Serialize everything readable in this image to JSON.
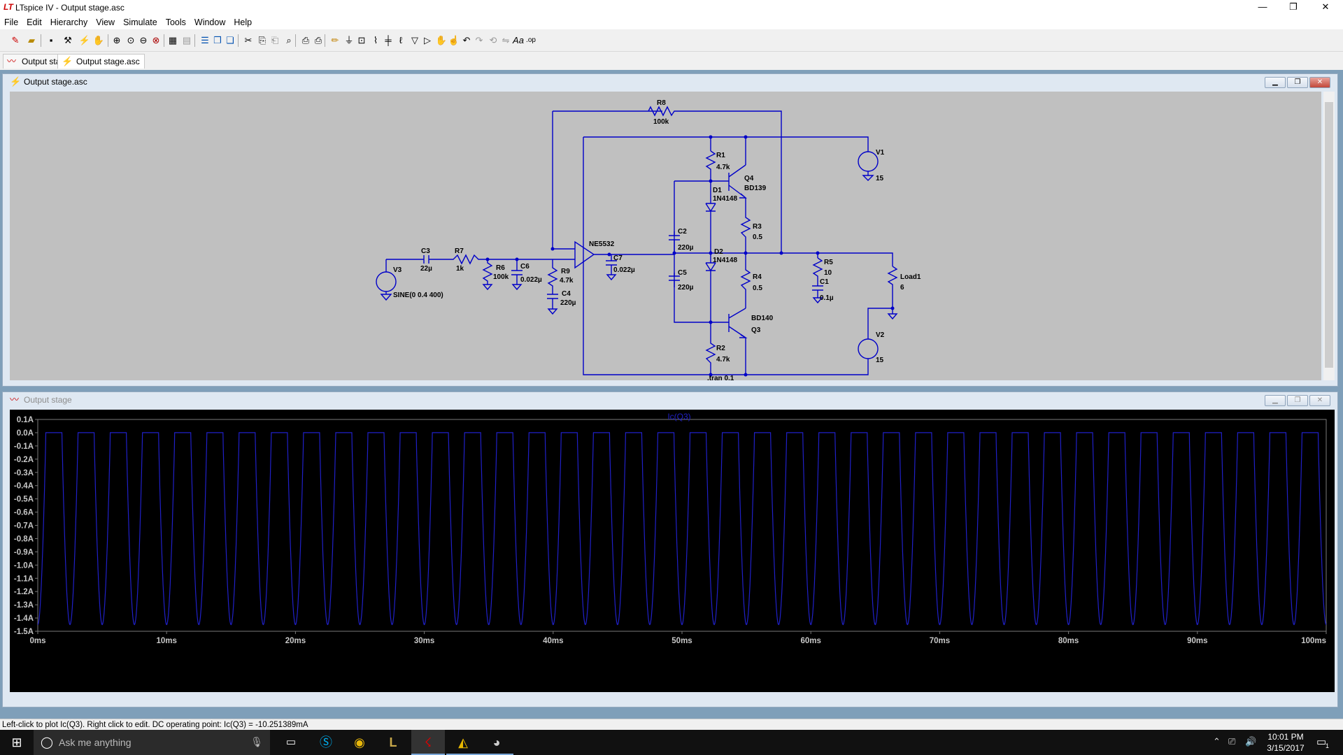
{
  "app": {
    "title": "LTspice IV - Output stage.asc",
    "logo": "LT"
  },
  "window_controls": {
    "minimize": "—",
    "restore": "❐",
    "close": "✕"
  },
  "menu": [
    "File",
    "Edit",
    "Hierarchy",
    "View",
    "Simulate",
    "Tools",
    "Window",
    "Help"
  ],
  "toolbar": {
    "icons": [
      "new-schematic-icon",
      "open-icon",
      "save-icon",
      "control-panel-icon",
      "run-icon",
      "halt-icon",
      "zoom-in-icon",
      "zoom-full-icon",
      "zoom-out-icon",
      "zoom-cancel-icon",
      "autorange-icon",
      "pan-icon",
      "tile-horizontal-icon",
      "tile-vertical-icon",
      "cascade-icon",
      "cut-icon",
      "copy-icon",
      "paste-icon",
      "find-icon",
      "print-preview-icon",
      "print-icon",
      "wire-icon",
      "ground-icon",
      "label-net-icon",
      "resistor-icon",
      "capacitor-icon",
      "inductor-icon",
      "diode-icon",
      "component-icon",
      "move-icon",
      "drag-icon",
      "undo-icon",
      "redo-icon",
      "rotate-icon",
      "mirror-icon",
      "text-icon",
      "spice-directive-icon"
    ],
    "text_label": "Aa",
    "directive_label": ".op"
  },
  "tabs": [
    {
      "label": "Output stage",
      "icon": "waveform-icon"
    },
    {
      "label": "Output stage.asc",
      "icon": "schematic-icon"
    }
  ],
  "schematic_window": {
    "title": "Output stage.asc",
    "components": {
      "R8": {
        "name": "R8",
        "value": "100k"
      },
      "R1": {
        "name": "R1",
        "value": "4.7k"
      },
      "Q4": {
        "name": "Q4",
        "value": "BD139"
      },
      "V1": {
        "name": "V1",
        "value": "15"
      },
      "D1": {
        "name": "D1",
        "value": "1N4148"
      },
      "D2": {
        "name": "D2",
        "value": "1N4148"
      },
      "R3": {
        "name": "R3",
        "value": "0.5"
      },
      "R4": {
        "name": "R4",
        "value": "0.5"
      },
      "C2": {
        "name": "C2",
        "value": "220µ"
      },
      "C5": {
        "name": "C5",
        "value": "220µ"
      },
      "C3": {
        "name": "C3",
        "value": "22µ"
      },
      "R7": {
        "name": "R7",
        "value": "1k"
      },
      "U1": {
        "name": "NE5532"
      },
      "C7": {
        "name": "C7",
        "value": "0.022µ"
      },
      "V3": {
        "name": "V3",
        "value": "SINE(0 0.4 400)"
      },
      "R6": {
        "name": "R6",
        "value": "100k"
      },
      "C6": {
        "name": "C6",
        "value": "0.022µ"
      },
      "R9": {
        "name": "R9",
        "value": "4.7k"
      },
      "C4": {
        "name": "C4",
        "value": "220µ"
      },
      "R5": {
        "name": "R5",
        "value": "10"
      },
      "C1": {
        "name": "C1",
        "value": "0.1µ"
      },
      "Load1": {
        "name": "Load1",
        "value": "6"
      },
      "Q3": {
        "name": "Q3",
        "value": "BD140"
      },
      "R2": {
        "name": "R2",
        "value": "4.7k"
      },
      "V2": {
        "name": "V2",
        "value": "15"
      }
    },
    "directive": ".tran 0.1"
  },
  "plot_window": {
    "title": "Output stage",
    "trace_label": "Ic(Q3)",
    "colors": {
      "background": "#000000",
      "trace": "#2020c8",
      "axis_text": "#c8c8c8",
      "grid": "#7a7a7a"
    },
    "chart_data": {
      "type": "line",
      "title": "Ic(Q3)",
      "xlabel": "",
      "ylabel": "",
      "xlim": [
        0,
        100
      ],
      "ylim": [
        -1.5,
        0.1
      ],
      "x_unit": "ms",
      "y_unit": "A",
      "x_ticks": [
        "0ms",
        "10ms",
        "20ms",
        "30ms",
        "40ms",
        "50ms",
        "60ms",
        "70ms",
        "80ms",
        "90ms",
        "100ms"
      ],
      "y_ticks": [
        "0.1A",
        "0.0A",
        "-0.1A",
        "-0.2A",
        "-0.3A",
        "-0.4A",
        "-0.5A",
        "-0.6A",
        "-0.7A",
        "-0.8A",
        "-0.9A",
        "-1.0A",
        "-1.1A",
        "-1.2A",
        "-1.3A",
        "-1.4A",
        "-1.5A"
      ],
      "series": [
        {
          "name": "Ic(Q3)",
          "waveform": "periodic pulse train of negative half-cycle peaks",
          "frequency_hz": 400,
          "high_level": 0.0,
          "peak_level": -1.45
        }
      ]
    }
  },
  "status": "Left-click to plot Ic(Q3).  Right click to edit.  DC operating point: Ic(Q3) = -10.251389mA",
  "taskbar": {
    "search_placeholder": "Ask me anything",
    "apps": [
      "start-icon",
      "task-view-icon",
      "skype-icon",
      "chrome-icon",
      "league-icon",
      "ltspice-icon",
      "autodesk-icon",
      "steam-icon"
    ],
    "time": "10:01 PM",
    "date": "3/15/2017",
    "notification_count": "1"
  }
}
